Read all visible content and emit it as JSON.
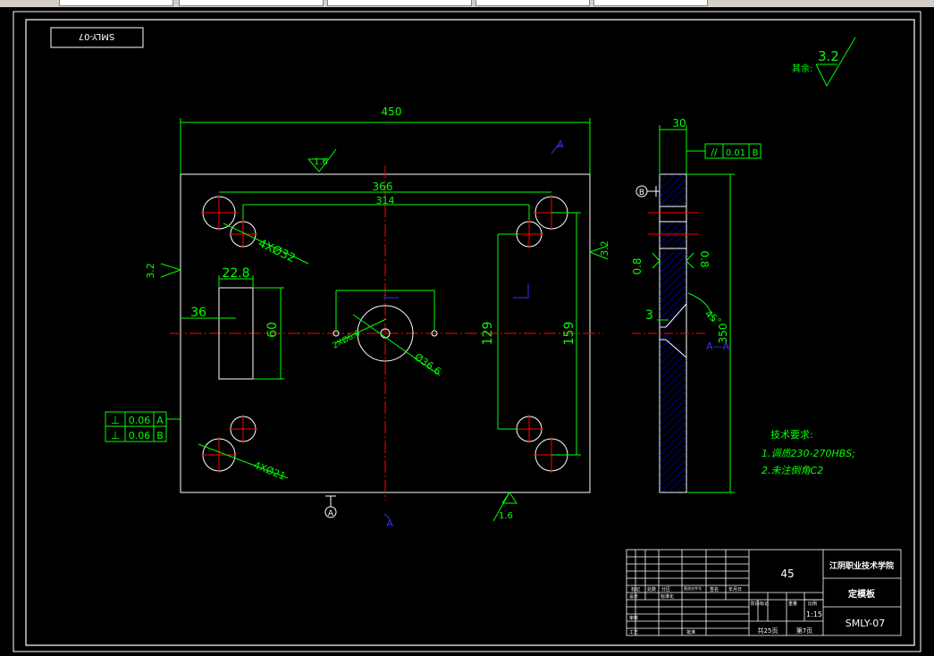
{
  "title_box": {
    "mirror_code": "SMLY-07"
  },
  "roughness_default": {
    "label": "其余:",
    "value": "3.2"
  },
  "front_view": {
    "dim_overall_width": "450",
    "dim_366": "366",
    "dim_314": "314",
    "dim_228": "22.8",
    "dim_36": "36",
    "dim_60": "60",
    "dim_129": "129",
    "dim_159": "159",
    "hole_large_top": "4XØ32",
    "hole_large_bottom": "4XØ21",
    "center_bore": "Ø36.6",
    "center_holes": "2XØ6.6",
    "roughness_top": "1.6",
    "roughness_left": "3.2",
    "roughness_right": "3.2",
    "roughness_bottom": "1.6",
    "section_label_top": "A",
    "section_label_bottom": "A",
    "datum_a": "A",
    "tolerance_rows": [
      {
        "symbol": "⊥",
        "value": "0.06",
        "datum": "A"
      },
      {
        "symbol": "⊥",
        "value": "0.06",
        "datum": "B"
      }
    ]
  },
  "side_view": {
    "dim_thickness": "30",
    "parallelism": {
      "symbol": "//",
      "value": "0.01",
      "datum": "B"
    },
    "datum_b": "B",
    "roughness_08": "0.8",
    "roughness_08b": "0.8",
    "dim_3": "3",
    "angle": "45°",
    "height": "350",
    "section_label": "A—A"
  },
  "tech_requirements": {
    "title": "技术要求:",
    "items": [
      "1.调质230-270HBS;",
      "2.未注倒角C2"
    ]
  },
  "title_block": {
    "material": "45",
    "school": "江阴职业技术学院",
    "part_name": "定模板",
    "drawing_code": "SMLY-07",
    "scale": "1:15",
    "sheet_total": "共25页",
    "sheet_no": "第7页",
    "row_labels": [
      "标记",
      "处数",
      "分区",
      "更改文件号",
      "签名",
      "年月日"
    ],
    "designer_row": [
      "设计",
      "标准化"
    ],
    "stage_labels": [
      "阶段标记",
      "重量",
      "比例"
    ],
    "review": "审核",
    "craft": "工艺",
    "approve": "批准"
  },
  "colors": {
    "frame": "#ffffff",
    "dimension": "#00ff00",
    "centerline": "#ff0000",
    "hatch": "#0000ff",
    "label_blue": "#3333ff"
  }
}
